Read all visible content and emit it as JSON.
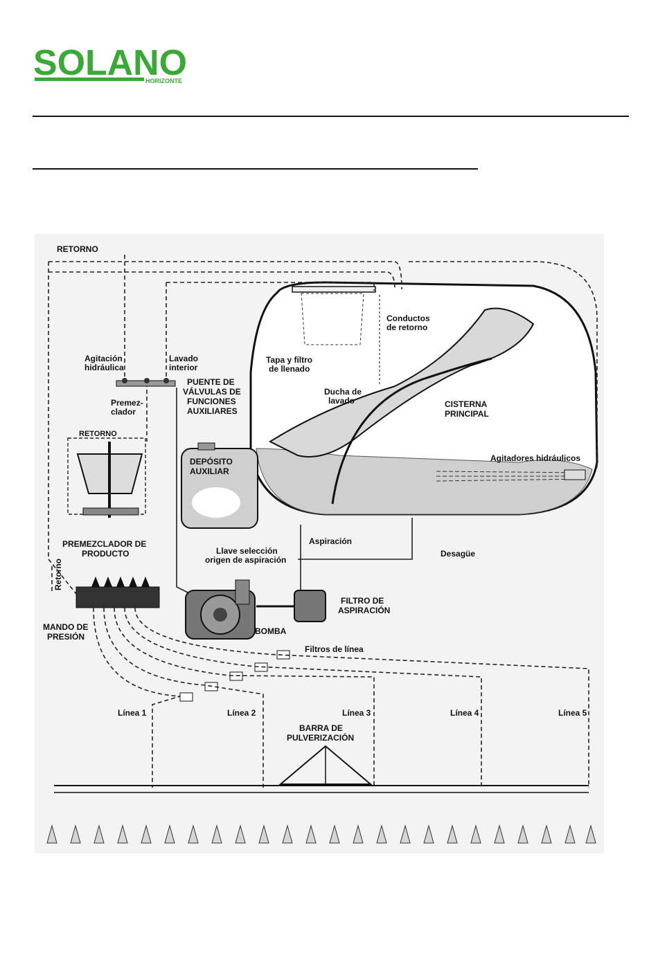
{
  "logo": {
    "brand": "SOLANO",
    "subbrand": "HORIZONTE",
    "color": "#3aa935"
  },
  "diagram": {
    "labels": {
      "retorno_top": "RETORNO",
      "agitacion": [
        "Agitación",
        "hidráulica"
      ],
      "lavado_interior": [
        "Lavado",
        "interior"
      ],
      "premezclador": [
        "Premez-",
        "clador"
      ],
      "puente": [
        "PUENTE DE",
        "VÁLVULAS DE",
        "FUNCIONES",
        "AUXILIARES"
      ],
      "retorno_premez": "RETORNO",
      "conductos": [
        "Conductos",
        "de retorno"
      ],
      "tapa": [
        "Tapa y filtro",
        "de llenado"
      ],
      "ducha": [
        "Ducha de",
        "lavado"
      ],
      "cisterna": [
        "CISTERNA",
        "PRINCIPAL"
      ],
      "deposito": [
        "DEPÓSITO",
        "AUXILIAR"
      ],
      "agitadores": "Agitadores hidráulicos",
      "premezclador_producto": [
        "PREMEZCLADOR DE",
        "PRODUCTO"
      ],
      "aspiracion": "Aspiración",
      "llave": [
        "Llave selección",
        "origen de aspiración"
      ],
      "desague": "Desagüe",
      "retorno_side": "Retorno",
      "filtro": [
        "FILTRO DE",
        "ASPIRACIÓN"
      ],
      "mando": [
        "MANDO DE",
        "PRESIÓN"
      ],
      "bomba": "BOMBA",
      "filtros_linea": "Filtros de línea",
      "lineas": [
        "Línea 1",
        "Línea 2",
        "Línea 3",
        "Línea 4",
        "Línea 5"
      ],
      "barra": [
        "BARRA DE",
        "PULVERIZACIÓN"
      ]
    }
  }
}
